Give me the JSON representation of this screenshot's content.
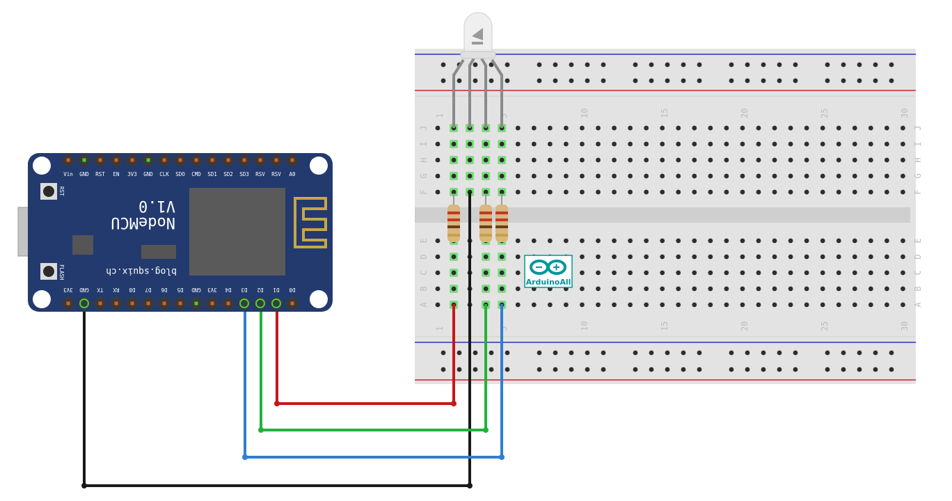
{
  "board": {
    "name": "NodeMCU",
    "version": "V1.0",
    "site": "blog.squix.ch",
    "rst_label": "RST",
    "flash_label": "FLASH",
    "top_pins": [
      "Vin",
      "GND",
      "RST",
      "EN",
      "3V3",
      "GND",
      "CLK",
      "SDO",
      "CMD",
      "SD1",
      "SD2",
      "SD3",
      "RSV",
      "RSV",
      "A0"
    ],
    "bottom_pins": [
      "3V3",
      "GND",
      "TX",
      "RX",
      "D8",
      "D7",
      "D6",
      "D5",
      "GND",
      "3V3",
      "D4",
      "D3",
      "D2",
      "D1",
      "D0"
    ]
  },
  "breadboard": {
    "column_numbers": [
      "1",
      "5",
      "10",
      "15",
      "20",
      "25",
      "30"
    ],
    "rows_top": [
      "J",
      "I",
      "H",
      "G",
      "F"
    ],
    "rows_bottom": [
      "E",
      "D",
      "C",
      "B",
      "A"
    ]
  },
  "logo": {
    "text": "ArduinoAll"
  },
  "colors": {
    "board": "#233a6e",
    "wire_red": "#c8171b",
    "wire_green": "#22b33a",
    "wire_blue": "#2e7fd0",
    "wire_black": "#1a1a1a",
    "logo": "#00979c"
  }
}
